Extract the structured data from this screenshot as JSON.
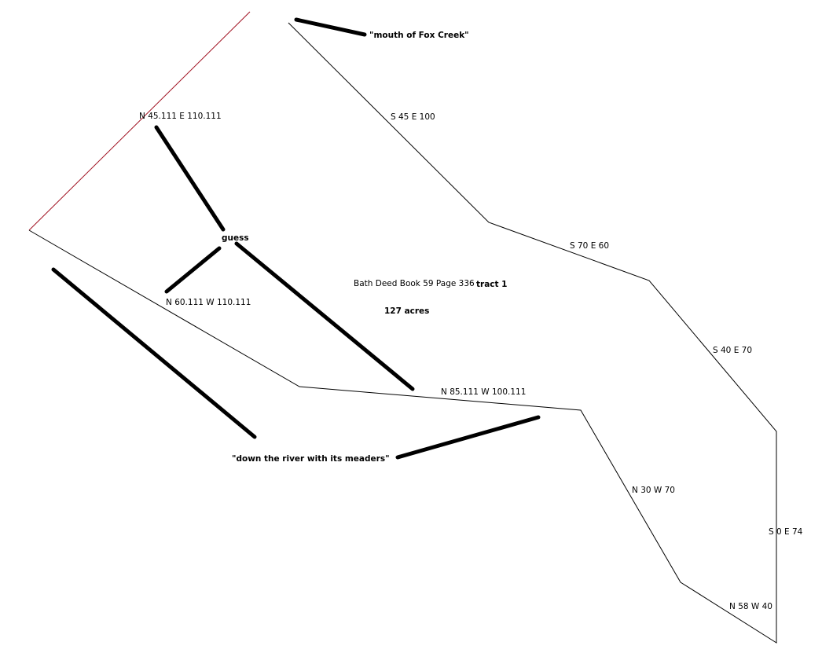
{
  "colors": {
    "boundary": "#000000",
    "disputed_line": "#a01020",
    "annotation": "#000000"
  },
  "labels": {
    "fox_creek": "\"mouth of Fox Creek\"",
    "call_n45": "N 45.111 E 110.111",
    "call_s45": "S 45 E 100",
    "guess": "guess",
    "call_s70": "S 70 E 60",
    "deed_ref": "Bath Deed Book 59 Page 336",
    "tract": "tract 1",
    "acres": "127 acres",
    "call_n60": "N 60.111 W 110.111",
    "call_s40": "S 40 E 70",
    "call_n85": "N 85.111 W 100.111",
    "river": "\"down the river with its meaders\"",
    "call_n30": "N 30 W 70",
    "call_s0": "S 0 E 74",
    "call_n58": "N 58 W 40"
  }
}
